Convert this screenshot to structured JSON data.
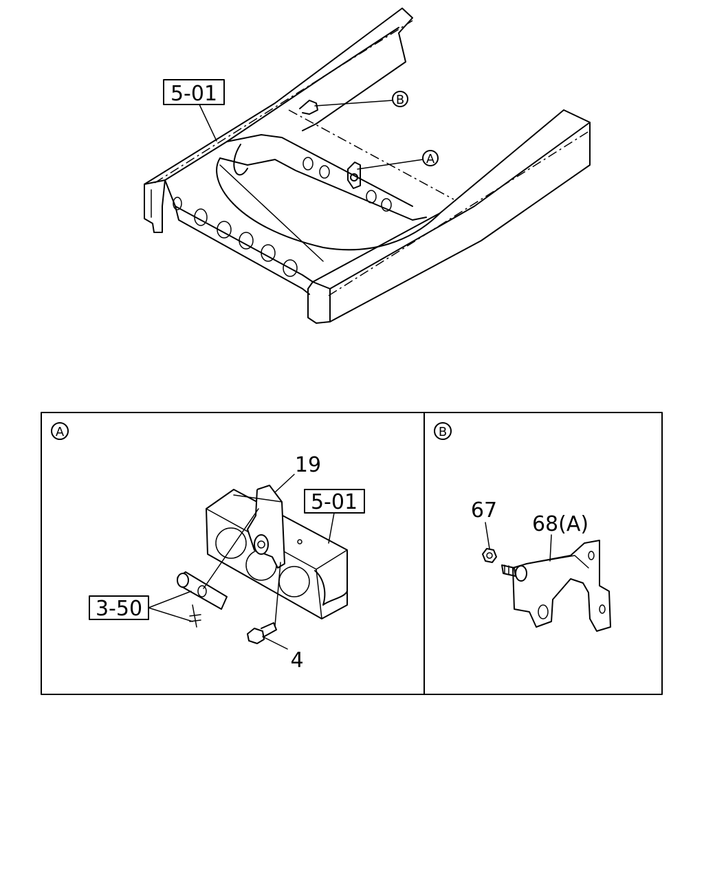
{
  "callouts": {
    "top_ref": "5-01",
    "top_a": "A",
    "top_b": "B"
  },
  "panel_a": {
    "header": "A",
    "ref_frame": "5-01",
    "ref_pipe": "3-50",
    "part_19": "19",
    "part_4": "4"
  },
  "panel_b": {
    "header": "B",
    "part_67": "67",
    "part_68": "68(A)"
  }
}
